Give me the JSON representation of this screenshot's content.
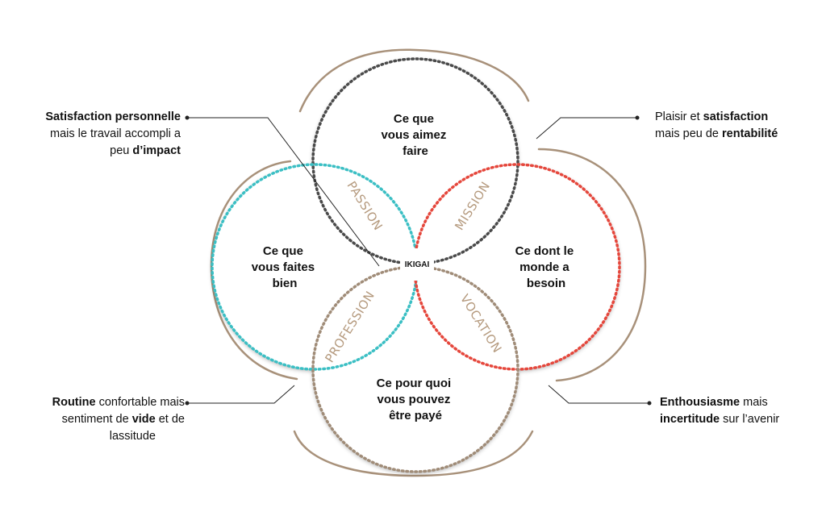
{
  "circles": {
    "top": "Ce que vous aimez faire",
    "top_lines": [
      "Ce que",
      "vous aimez",
      "faire"
    ],
    "left_lines": [
      "Ce que",
      "vous faites",
      "bien"
    ],
    "right_lines": [
      "Ce dont le",
      "monde a",
      "besoin"
    ],
    "bottom_lines": [
      "Ce pour quoi",
      "vous pouvez",
      "être payé"
    ]
  },
  "segments": {
    "passion": "PASSION",
    "mission": "MISSION",
    "profession": "PROFESSION",
    "vocation": "VOCATION",
    "center": "IKIGAI"
  },
  "notes": {
    "top_left": {
      "b1": "Satisfaction personnelle",
      "t1": "mais le travail accompli a",
      "t2": "peu ",
      "b2": "d’impact"
    },
    "top_right": {
      "t1": "Plaisir et ",
      "b1": "satisfaction",
      "t2": "mais peu de ",
      "b2": "rentabilité"
    },
    "bottom_left": {
      "b1": "Routine",
      "t1": " confortable mais",
      "t2": "sentiment de ",
      "b2": "vide",
      "t3": " et de",
      "t4": "lassitude"
    },
    "bottom_right": {
      "b1": "Enthousiasme",
      "t1": " mais",
      "b2": "incertitude",
      "t2": " sur l’avenir"
    }
  },
  "colors": {
    "top_circle": "#4a4a4a",
    "left_circle": "#3bbfc4",
    "right_circle": "#e5473c",
    "bottom_circle": "#a08c78",
    "outer_ring": "#a8917a",
    "segment_text": "#b59a7e"
  }
}
